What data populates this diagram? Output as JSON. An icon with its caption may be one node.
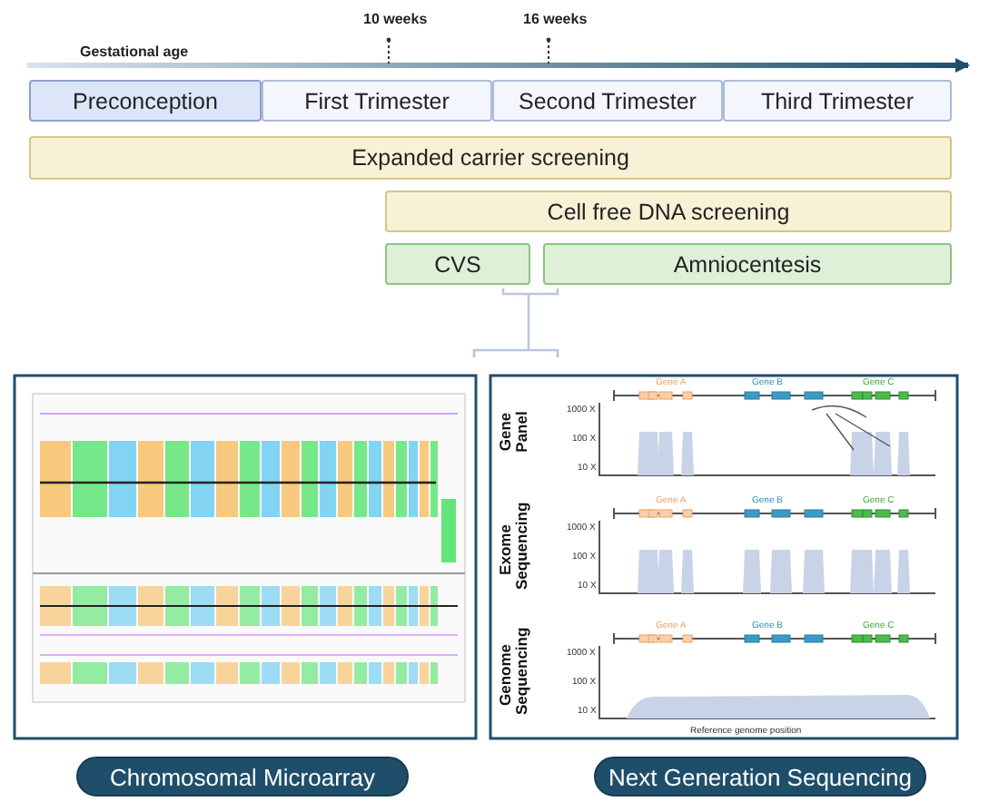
{
  "diagram": {
    "nodes": [
      {
        "text": [
          "Preconception"
        ]
      },
      {
        "text": [
          "First Trimester"
        ]
      },
      {
        "text": [
          "Second Trimester"
        ]
      },
      {
        "text": [
          "Third Trimester"
        ]
      },
      {
        "text": [
          "Expanded carrier screening"
        ]
      },
      {
        "text": [
          "Cell free DNA screening"
        ]
      },
      {
        "text": [
          "CVS"
        ]
      },
      {
        "text": [
          "Amniocentesis"
        ]
      },
      {
        "text": [
          "Chromosomal Microarray"
        ]
      },
      {
        "text": [
          "Next Generation Sequencing"
        ]
      }
    ],
    "labels": [
      "Gestational age",
      "10 weeks",
      "16 weeks",
      "Gene Panel",
      "Gene A",
      "Gene B",
      "Gene C",
      "1000 X",
      "100 X",
      "10 X",
      "Exome Sequencing",
      "Gene A",
      "Gene B",
      "Gene C",
      "1000 X",
      "100 X",
      "10 X",
      "Genome Sequencing",
      "Gene A",
      "Gene B",
      "Gene C",
      "1000 X",
      "100 X",
      "10 X",
      "Reference genome position"
    ]
  }
}
